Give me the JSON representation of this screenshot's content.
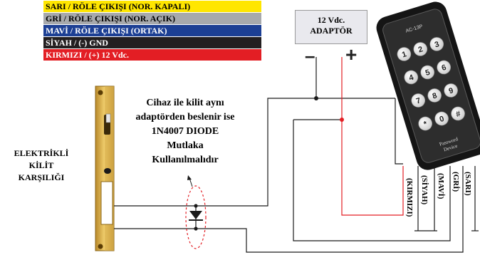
{
  "legend": [
    {
      "text": "SARI / RÖLE ÇIKIŞI (NOR. KAPALI)",
      "bg": "#ffe600",
      "fg": "#000000"
    },
    {
      "text": "GRİ / RÖLE ÇIKIŞI (NOR. AÇIK)",
      "bg": "#a7a9ac",
      "fg": "#000000"
    },
    {
      "text": "MAVİ / RÖLE ÇIKIŞI (ORTAK)",
      "bg": "#1c3f94",
      "fg": "#ffffff"
    },
    {
      "text": "SİYAH / (-) GND",
      "bg": "#231f20",
      "fg": "#ffffff"
    },
    {
      "text": "KIRMIZI / (+) 12 Vdc.",
      "bg": "#e31e24",
      "fg": "#ffffff"
    }
  ],
  "adapter": {
    "line1": "12 Vdc.",
    "line2": "ADAPTÖR",
    "minus": "–",
    "plus": "+"
  },
  "lock_label": {
    "line1": "ELEKTRİKLİ",
    "line2": "KİLİT",
    "line3": "KARŞILIĞI"
  },
  "note": {
    "line1": "Cihaz ile kilit aynı",
    "line2": "adaptörden beslenir ise",
    "line3": "1N4007 DIODE",
    "line4": "Mutlaka",
    "line5": "Kullanılmalıdır"
  },
  "keypad": {
    "model": "AC-13P",
    "keys": [
      "1",
      "2",
      "3",
      "4",
      "5",
      "6",
      "7",
      "8",
      "9",
      "*",
      "0",
      "#"
    ],
    "brand_line1": "Password",
    "brand_line2": "Device"
  },
  "wire_labels": [
    "(KIRMIZI)",
    "(SİYAH)",
    "(MAVİ)",
    "(GRİ)",
    "(SARI)"
  ]
}
